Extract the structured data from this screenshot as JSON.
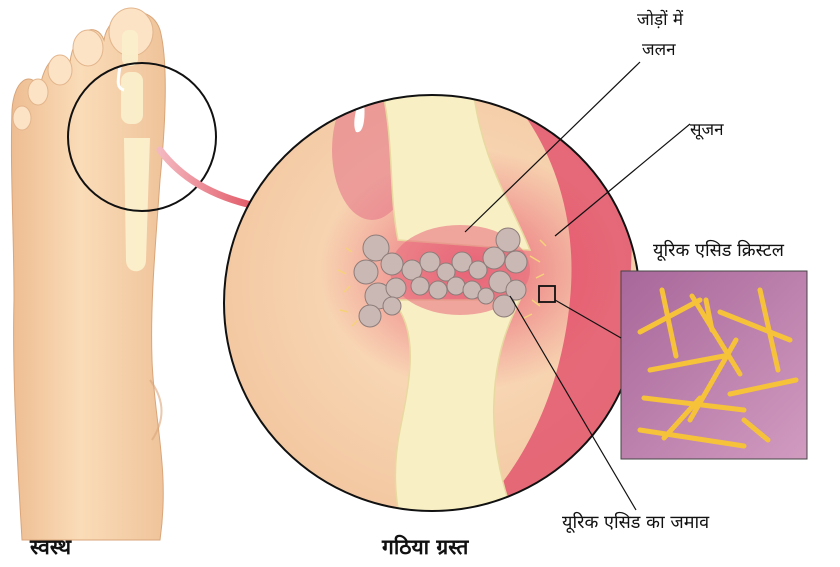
{
  "labels": {
    "joint_burning": [
      "जोड़ों में",
      "जलन"
    ],
    "swelling": "सूजन",
    "uric_acid_crystals": "यूरिक एसिड क्रिस्टल",
    "uric_acid_deposit": "यूरिक एसिड का जमाव"
  },
  "captions": {
    "healthy": "स्वस्थ",
    "gout_affected": "गठिया ग्रस्त"
  },
  "colors": {
    "skin": "#f8d8b4",
    "bone": "#f9efc4",
    "inflammation": "#e65a70",
    "crystal_panel": "#b87aa4",
    "crystal": "#f5c030"
  }
}
